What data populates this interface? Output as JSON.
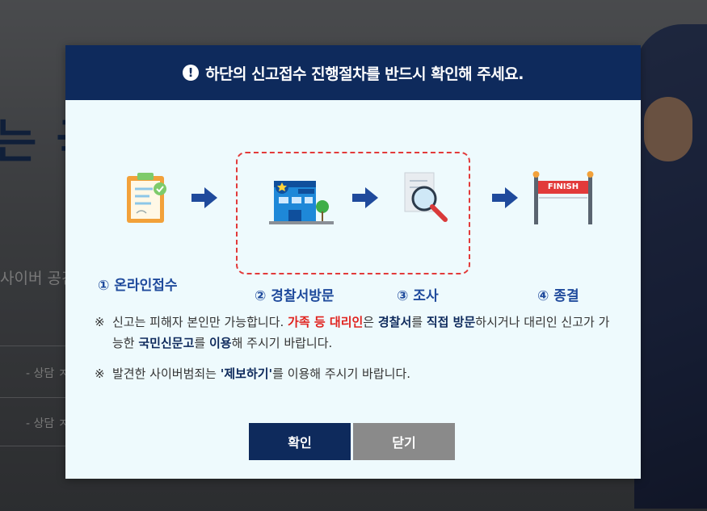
{
  "background": {
    "title_fragment": "는 국",
    "subtitle_fragment": "사이버 공긴",
    "rows": [
      "- 상담 ㅈ",
      "- 상담 ㅈ"
    ]
  },
  "modal": {
    "header": {
      "icon": "exclamation-circle-icon",
      "title": "하단의 신고접수 진행절차를 반드시 확인해 주세요."
    },
    "steps": [
      {
        "label": "① 온라인접수",
        "icon": "clipboard-check-icon"
      },
      {
        "label": "② 경찰서방문",
        "icon": "police-station-icon"
      },
      {
        "label": "③ 조사",
        "icon": "magnifier-document-icon"
      },
      {
        "label": "④ 종결",
        "icon": "finish-line-icon",
        "banner": "FINISH"
      }
    ],
    "notes": {
      "mark": "※",
      "note1": {
        "p1": "신고는 피해자 본인만 가능합니다. ",
        "h1": "가족 등 대리인",
        "p2": "은 ",
        "h2": "경찰서",
        "p3": "를 ",
        "h3": "직접 방문",
        "p4": "하시거나 대리인 신고가 가능한 ",
        "h4": "국민신문고",
        "p5": "를 ",
        "h5": "이용",
        "p6": "해 주시기 바랍니다."
      },
      "note2": {
        "p1": "발견한 사이버범죄는 ",
        "h1": "'제보하기'",
        "p2": "를 이용해 주시기 바랍니다."
      }
    },
    "buttons": {
      "confirm": "확인",
      "close": "닫기"
    },
    "colors": {
      "header": "#0e2a5c",
      "accent_red": "#e0231f",
      "step_label": "#1f4a9c",
      "body_bg": "#eefafd"
    }
  }
}
